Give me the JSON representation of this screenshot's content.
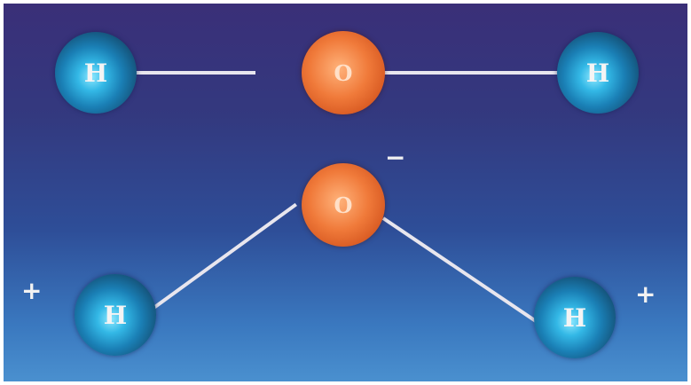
{
  "linear_molecule": {
    "left_hydrogen": "H",
    "oxygen": "O",
    "right_hydrogen": "H"
  },
  "bent_molecule": {
    "oxygen": "O",
    "left_hydrogen": "H",
    "right_hydrogen": "H",
    "oxygen_charge": "−",
    "left_charge": "+",
    "right_charge": "+"
  },
  "colors": {
    "hydrogen": "#1a7fb5",
    "oxygen": "#f07a3a",
    "bond": "#e8e6ee"
  }
}
